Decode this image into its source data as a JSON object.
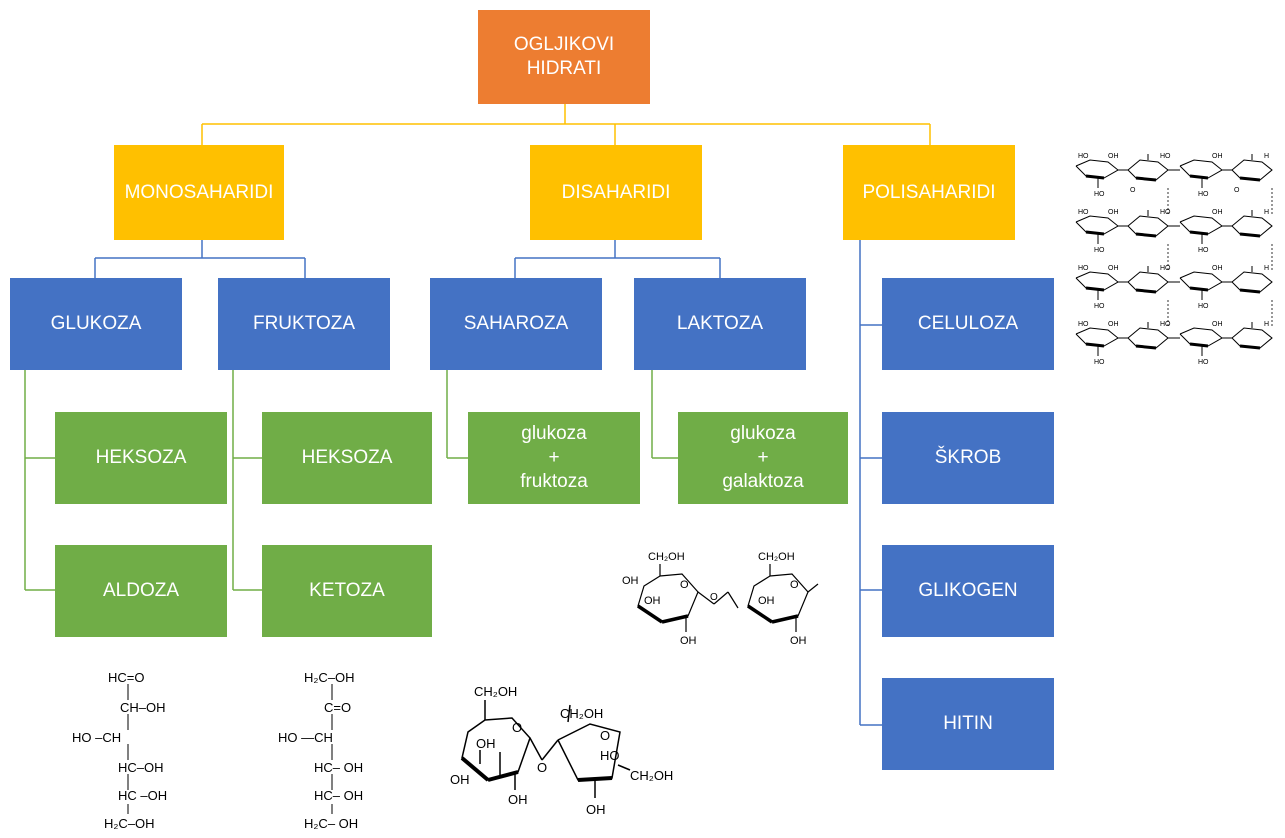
{
  "diagram": {
    "root": "OGLJIKOVI\nHIDRATI",
    "categories": {
      "mono": "MONOSAHARIDI",
      "di": "DISAHARIDI",
      "poly": "POLISAHARIDI"
    },
    "mono_items": {
      "glukoza": "GLUKOZA",
      "fruktoza": "FRUKTOZA",
      "glukoza_heksoza": "HEKSOZA",
      "glukoza_aldoza": "ALDOZA",
      "fruktoza_heksoza": "HEKSOZA",
      "fruktoza_ketoza": "KETOZA"
    },
    "di_items": {
      "saharoza": "SAHAROZA",
      "laktoza": "LAKTOZA",
      "saharoza_sestava": "glukoza\n+\nfruktoza",
      "laktoza_sestava": "glukoza\n+\ngalaktoza"
    },
    "poly_items": {
      "celuloza": "CELULOZA",
      "skrob": "ŠKROB",
      "glikogen": "GLIKOGEN",
      "hitin": "HITIN"
    },
    "colors": {
      "root": "#ED7D31",
      "category": "#FFC000",
      "item": "#4472C4",
      "detail": "#70AD47",
      "line_yellow": "#FFC000",
      "line_blue": "#4472C4",
      "line_green": "#70AD47"
    }
  },
  "structures": {
    "glucose_chain": {
      "l1": "HC=O",
      "l2": "CH–OH",
      "l3": "HO –CH",
      "l4": "HC–OH",
      "l5": "HC –OH",
      "l6": "H₂C–OH"
    },
    "fructose_chain": {
      "l1": "H₂C–OH",
      "l2": "C=O",
      "l3": "HO —CH",
      "l4": "HC– OH",
      "l5": "HC– OH",
      "l6": "H₂C– OH"
    },
    "sucrose_ring": {
      "ch2oh_a": "CH₂OH",
      "ch2oh_b": "CH₂OH",
      "ch2oh_c": "CH₂OH",
      "oh1": "OH",
      "oh2": "OH",
      "oh3": "OH",
      "oh4": "OH",
      "ho": "HO",
      "o1": "O",
      "o2": "O",
      "o3": "O"
    },
    "lactose_ring": {
      "ch2oh_a": "CH₂OH",
      "ch2oh_b": "CH₂OH",
      "oh1": "OH",
      "oh2": "OH",
      "oh3": "OH",
      "oh4": "OH",
      "oh5": "OH",
      "o1": "O",
      "o2": "O",
      "o3": "O"
    }
  }
}
